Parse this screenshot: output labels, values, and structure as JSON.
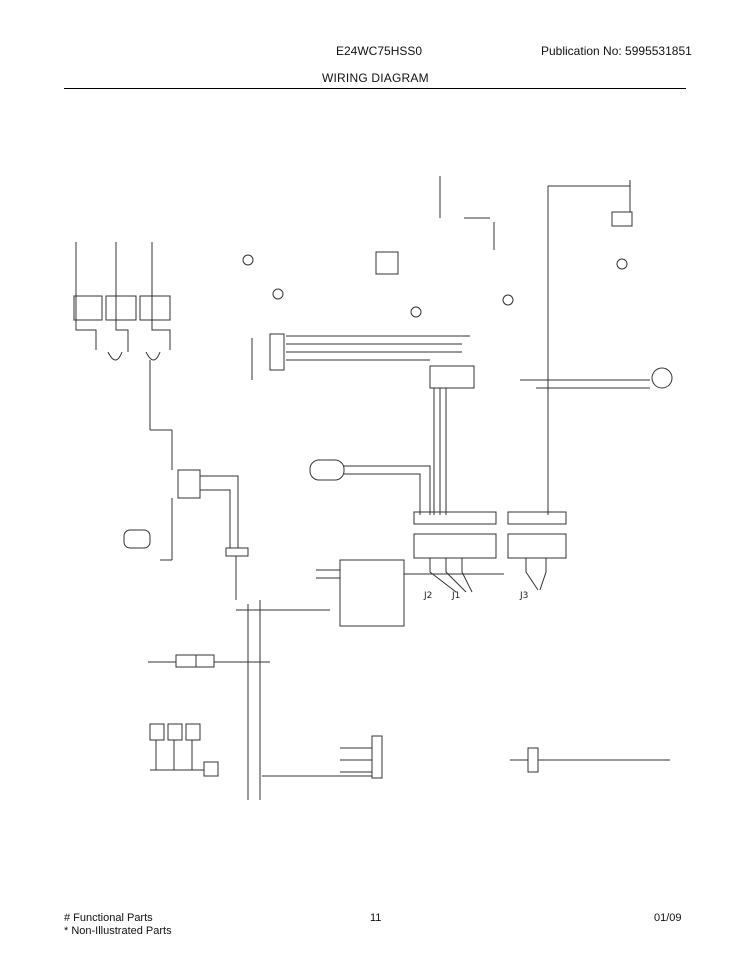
{
  "header": {
    "model": "E24WC75HSS0",
    "publication": "Publication No:  5995531851",
    "diagram_title": "WIRING DIAGRAM"
  },
  "diagram": {
    "labels": {
      "j1": "J1",
      "j2": "J2",
      "j3": "J3"
    }
  },
  "footer": {
    "functional_parts": "# Functional Parts",
    "non_illustrated": "* Non-Illustrated Parts",
    "page_number": "11",
    "date": "01/09"
  }
}
